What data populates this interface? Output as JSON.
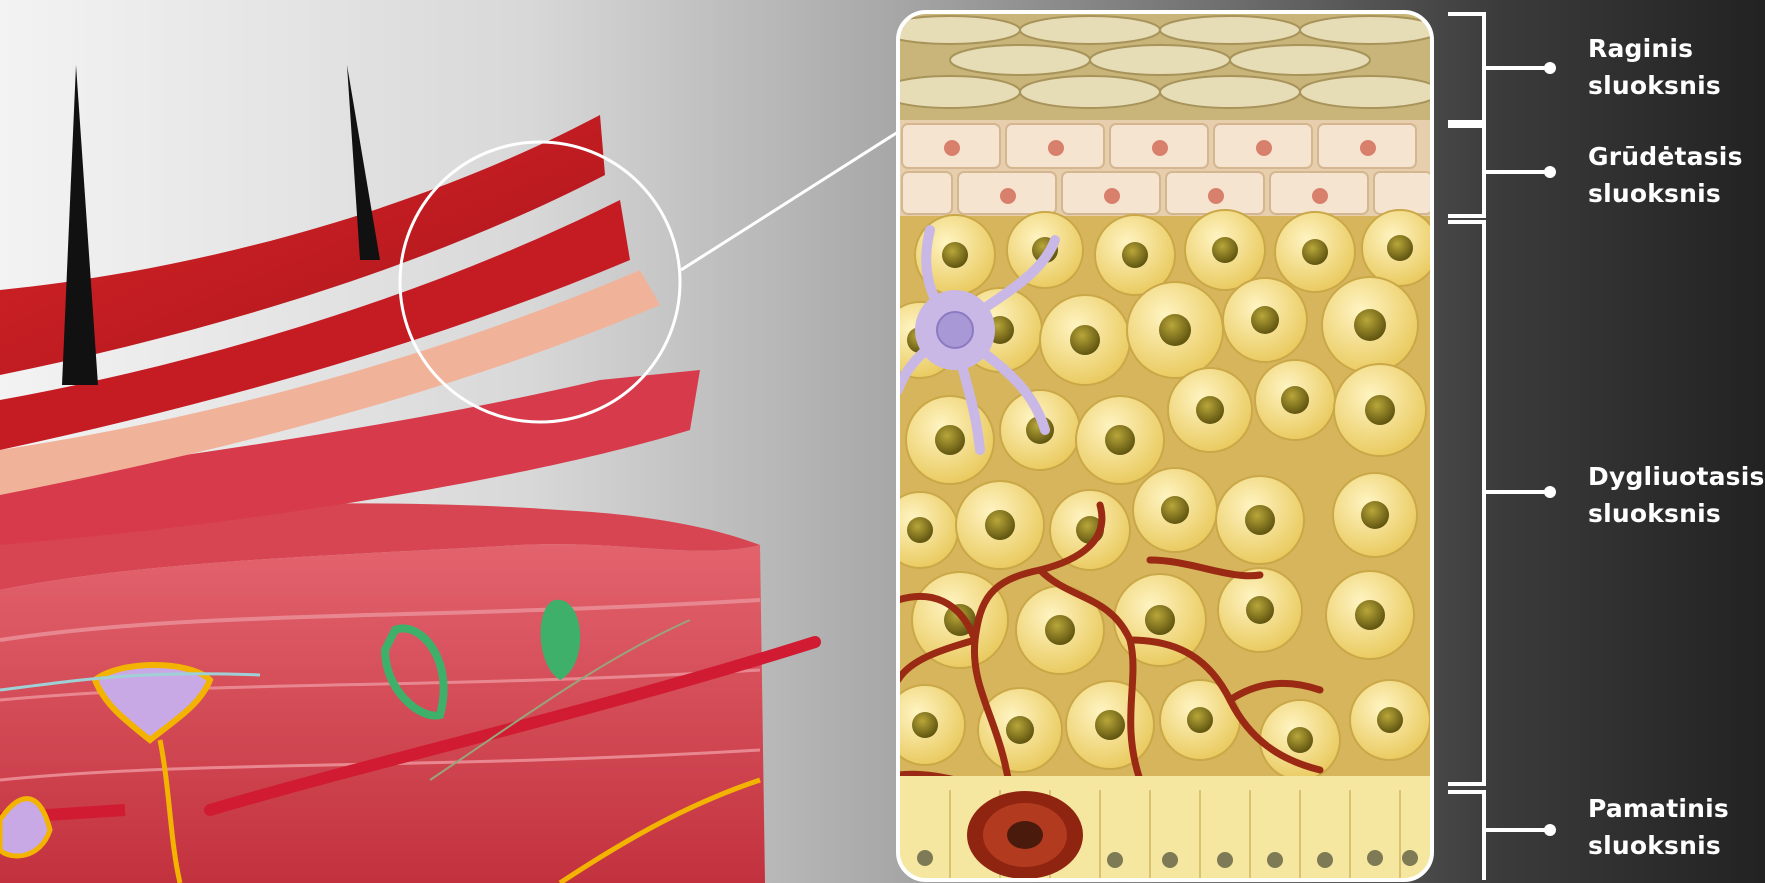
{
  "labels": [
    {
      "line1": "Raginis",
      "line2": "sluoksnis"
    },
    {
      "line1": "Grūdėtasis",
      "line2": "sluoksnis"
    },
    {
      "line1": "Dygliuotasis",
      "line2": "sluoksnis"
    },
    {
      "line1": "Pamatinis",
      "line2": "sluoksnis"
    }
  ],
  "colors": {
    "corneum": "#c9b57a",
    "granular": "#f2dcc0",
    "spinous_cell": "#f3d775",
    "nucleus": "#8a7a1a",
    "capillary": "#9a2a14",
    "skin_red": "#d9232c",
    "dendritic_cell": "#c9b8e6",
    "label_text": "#ffffff"
  }
}
